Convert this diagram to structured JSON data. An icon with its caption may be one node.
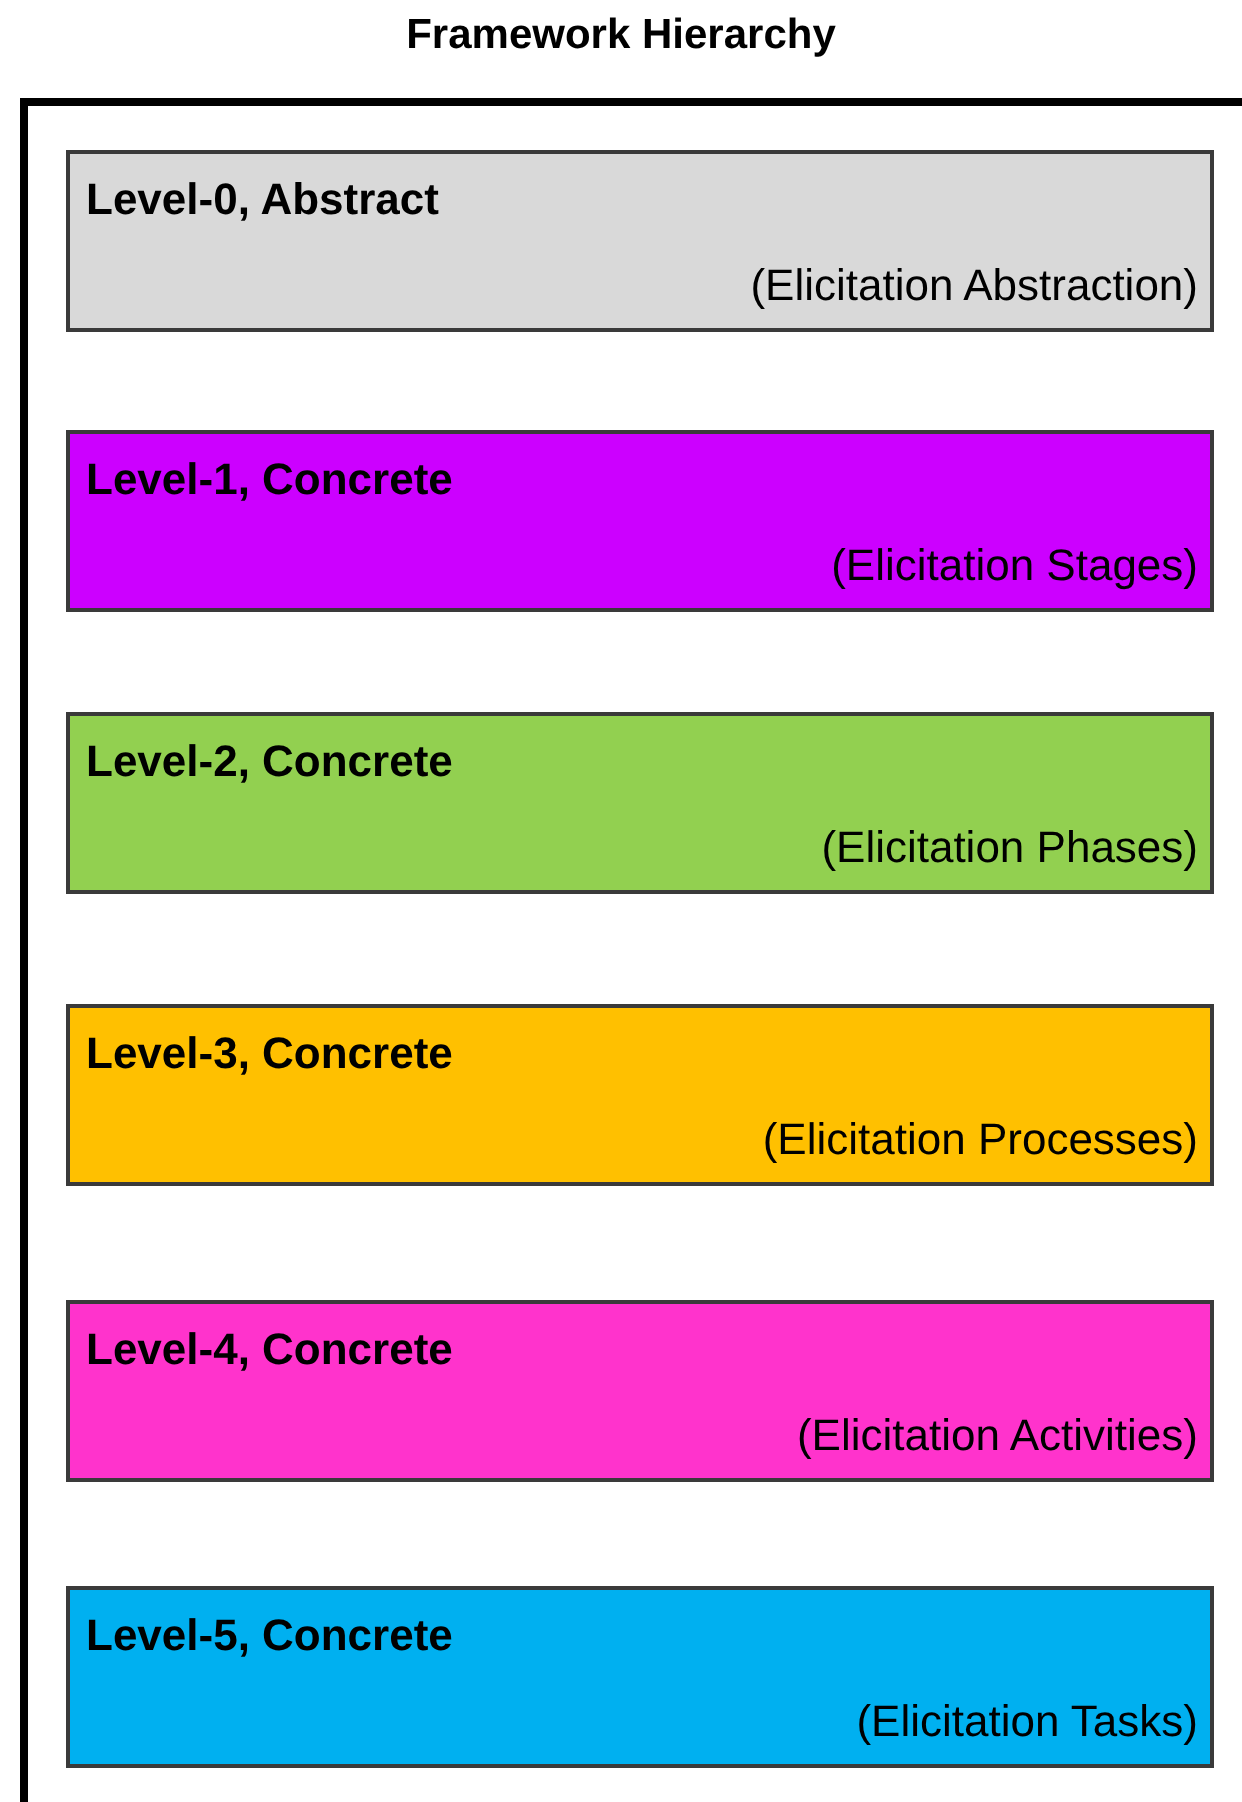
{
  "diagram": {
    "title": "Framework Hierarchy",
    "nodes": [
      {
        "text": [
          "Level-0, Abstract",
          "(Elicitation Abstraction)"
        ]
      },
      {
        "text": [
          "Level-1, Concrete",
          "(Elicitation Stages)"
        ]
      },
      {
        "text": [
          "Level-2, Concrete",
          "(Elicitation Phases)"
        ]
      },
      {
        "text": [
          "Level-3, Concrete",
          "(Elicitation Processes)"
        ]
      },
      {
        "text": [
          "Level-4, Concrete",
          "(Elicitation Activities)"
        ]
      },
      {
        "text": [
          "Level-5, Concrete",
          "(Elicitation Tasks)"
        ]
      }
    ]
  }
}
